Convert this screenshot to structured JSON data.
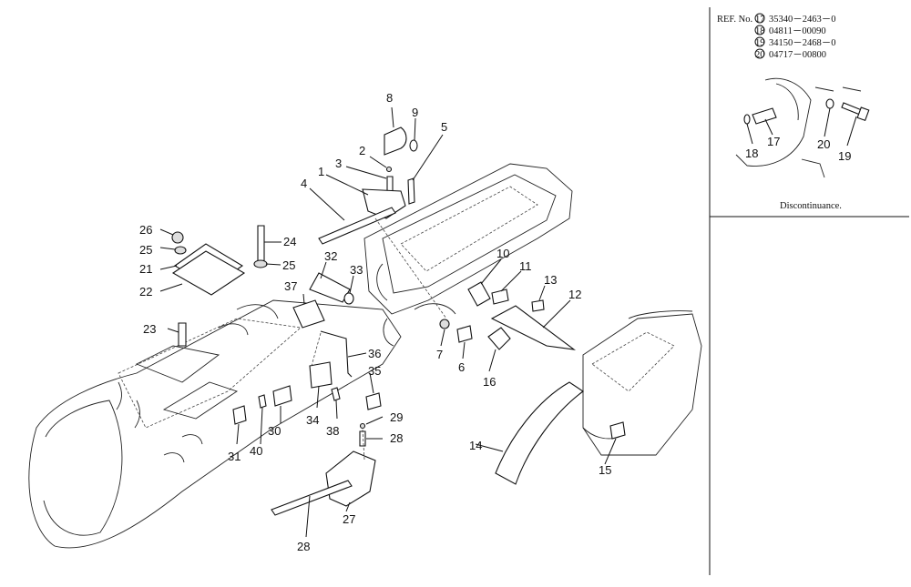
{
  "reference": {
    "title": "REF. No.",
    "entries": [
      {
        "mark": "17",
        "part": "35340－2463－0"
      },
      {
        "mark": "18",
        "part": "04811－00090"
      },
      {
        "mark": "19",
        "part": "34150－2468－0"
      },
      {
        "mark": "20",
        "part": "04717－00800"
      }
    ],
    "caption": "Discontinuance."
  },
  "callouts": [
    {
      "id": "1",
      "text": "1"
    },
    {
      "id": "2",
      "text": "2"
    },
    {
      "id": "3",
      "text": "3"
    },
    {
      "id": "4",
      "text": "4"
    },
    {
      "id": "5",
      "text": "5"
    },
    {
      "id": "6",
      "text": "6"
    },
    {
      "id": "7",
      "text": "7"
    },
    {
      "id": "8",
      "text": "8"
    },
    {
      "id": "9",
      "text": "9"
    },
    {
      "id": "10",
      "text": "10"
    },
    {
      "id": "11",
      "text": "11"
    },
    {
      "id": "12",
      "text": "12"
    },
    {
      "id": "13",
      "text": "13"
    },
    {
      "id": "14",
      "text": "14"
    },
    {
      "id": "15",
      "text": "15"
    },
    {
      "id": "16",
      "text": "16"
    },
    {
      "id": "17",
      "text": "17"
    },
    {
      "id": "18",
      "text": "18"
    },
    {
      "id": "19",
      "text": "19"
    },
    {
      "id": "20",
      "text": "20"
    },
    {
      "id": "21",
      "text": "21"
    },
    {
      "id": "22",
      "text": "22"
    },
    {
      "id": "23",
      "text": "23"
    },
    {
      "id": "24",
      "text": "24"
    },
    {
      "id": "25a",
      "text": "25"
    },
    {
      "id": "25b",
      "text": "25"
    },
    {
      "id": "26",
      "text": "26"
    },
    {
      "id": "27",
      "text": "27"
    },
    {
      "id": "28",
      "text": "28"
    },
    {
      "id": "29",
      "text": "29"
    },
    {
      "id": "30",
      "text": "30"
    },
    {
      "id": "31",
      "text": "31"
    },
    {
      "id": "32",
      "text": "32"
    },
    {
      "id": "33",
      "text": "33"
    },
    {
      "id": "34",
      "text": "34"
    },
    {
      "id": "35",
      "text": "35"
    },
    {
      "id": "36",
      "text": "36"
    },
    {
      "id": "37",
      "text": "37"
    },
    {
      "id": "38",
      "text": "38"
    },
    {
      "id": "39",
      "text": "39"
    },
    {
      "id": "40",
      "text": "40"
    }
  ]
}
